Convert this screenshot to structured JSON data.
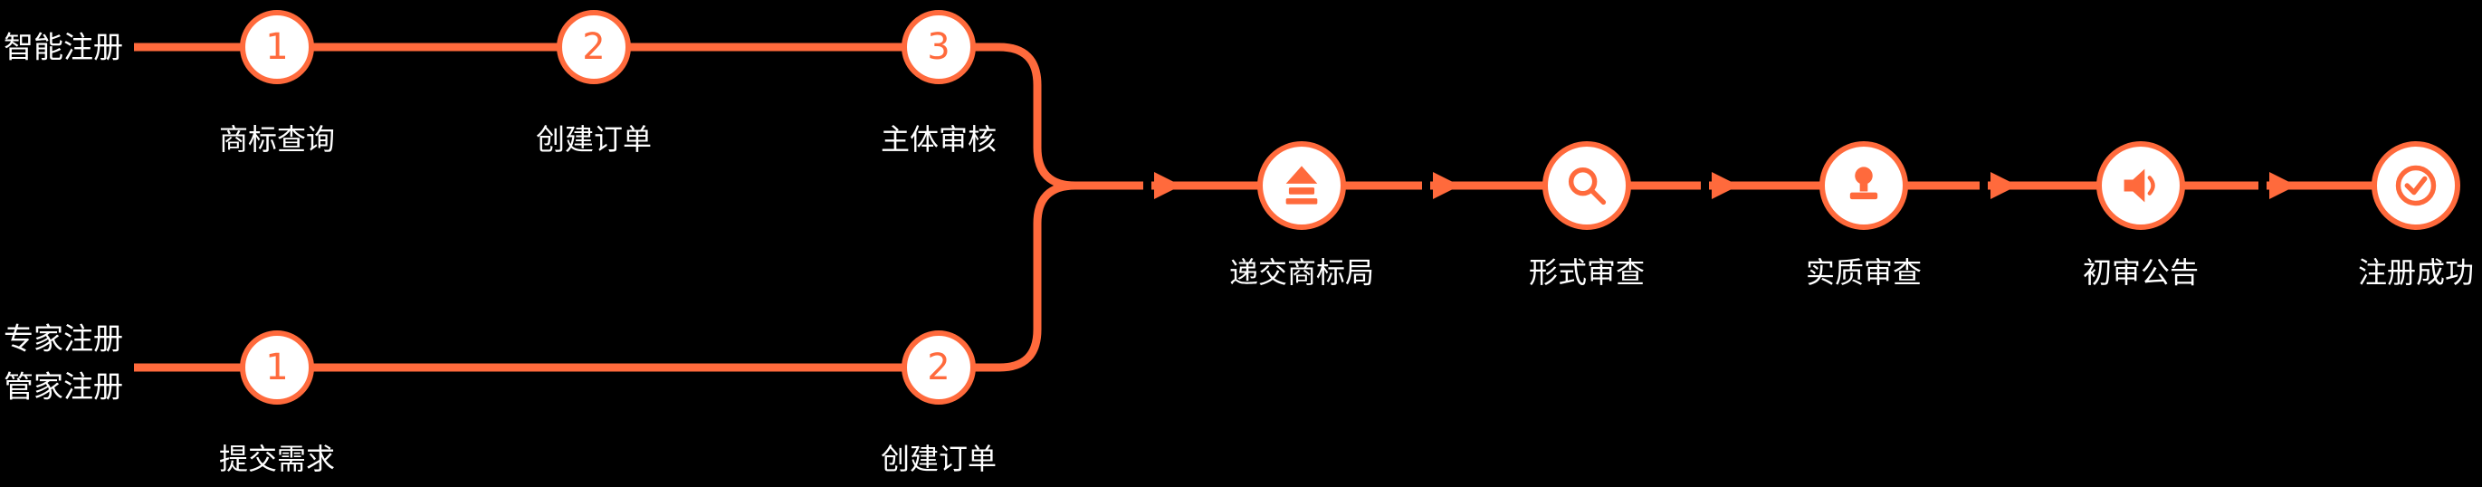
{
  "colors": {
    "background": "#000000",
    "accent": "#FF6A3C",
    "node_fill": "#FFFFFF",
    "label_text": "#FFFFFF"
  },
  "tracks": {
    "smart": {
      "label": "智能注册",
      "steps": [
        {
          "number": "1",
          "label": "商标查询"
        },
        {
          "number": "2",
          "label": "创建订单"
        },
        {
          "number": "3",
          "label": "主体审核"
        }
      ]
    },
    "expert": {
      "labels": [
        "专家注册",
        "管家注册"
      ],
      "steps": [
        {
          "number": "1",
          "label": "提交需求"
        },
        {
          "number": "2",
          "label": "创建订单"
        }
      ]
    },
    "merged": {
      "steps": [
        {
          "icon": "stamp-submit-icon",
          "label": "递交商标局"
        },
        {
          "icon": "magnifier-icon",
          "label": "形式审查"
        },
        {
          "icon": "stamp-icon",
          "label": "实质审查"
        },
        {
          "icon": "megaphone-icon",
          "label": "初审公告"
        },
        {
          "icon": "check-circle-icon",
          "label": "注册成功"
        }
      ]
    }
  }
}
